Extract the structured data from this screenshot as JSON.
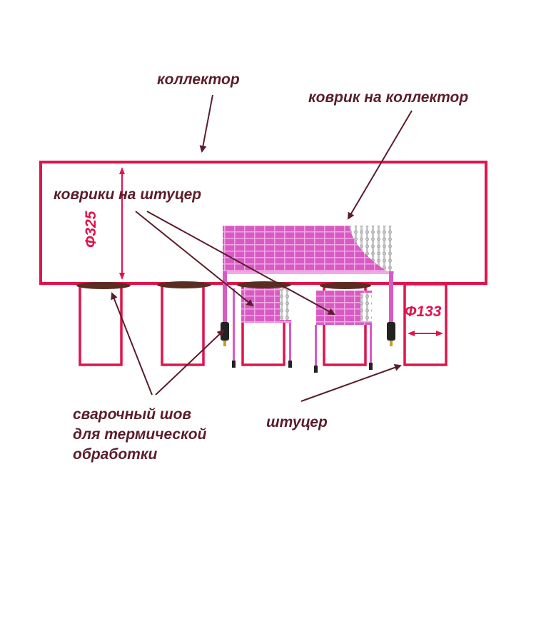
{
  "labels": {
    "collector": "коллектор",
    "collector_mat": "коврик на коллектор",
    "nozzle_mats": "коврики на штуцер",
    "weld_line1": "сварочный шов",
    "weld_line2": "для термической",
    "weld_line3": "обработки",
    "nozzle": "штуцер",
    "dim_collector": "Ф325",
    "dim_nozzle": "Ф133"
  },
  "colors": {
    "outline": "#e0144c",
    "text": "#5a1e2a",
    "mat_fill": "#d85bc4",
    "mat_stripe": "#f0a8e4",
    "mat_wire": "#c9c9c9",
    "arrow": "#5a1e2a",
    "weld": "#5a2d22"
  }
}
